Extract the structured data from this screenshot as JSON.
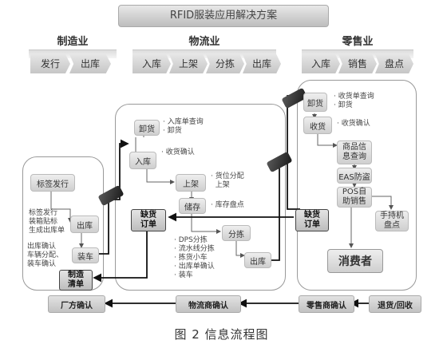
{
  "title": "RFID服装应用解决方案",
  "sections": {
    "manufacturing": {
      "label": "制造业",
      "steps": [
        "发行",
        "出库"
      ]
    },
    "logistics": {
      "label": "物流业",
      "steps": [
        "入库",
        "上架",
        "分拣",
        "出库"
      ]
    },
    "retail": {
      "label": "零售业",
      "steps": [
        "入库",
        "销售",
        "盘点"
      ]
    }
  },
  "manufacturing_flow": {
    "tag_issue": "标签发行",
    "tag_issue_notes": [
      "标签发行",
      "装箱贴标",
      "生成出库单"
    ],
    "outbound": "出库",
    "loading_notes": [
      "出库确认",
      "车辆分配、",
      "装车确认"
    ],
    "loading": "装车",
    "manufacturing_list": [
      "制造",
      "清单"
    ]
  },
  "logistics_flow": {
    "unload": "卸货",
    "unload_notes": [
      "入库单查询",
      "卸货"
    ],
    "inbound": "入库",
    "inbound_notes": [
      "收货确认"
    ],
    "shelving": "上架",
    "shelving_notes": [
      "货位分配",
      "上架"
    ],
    "storage": "储存",
    "storage_notes": [
      "库存盘点"
    ],
    "shortage_order": [
      "缺货",
      "订单"
    ],
    "sorting": "分拣",
    "sorting_notes": [
      "DPS分拣",
      "流水线分拣",
      "拣货小车",
      "出库单确认",
      "装车"
    ],
    "outbound": "出库"
  },
  "retail_flow": {
    "unload": "卸货",
    "unload_notes": [
      "收货单查询",
      "卸货"
    ],
    "receive": "收货",
    "receive_notes": [
      "收货确认"
    ],
    "product_info": [
      "商品信",
      "息查询"
    ],
    "eas": "EAS防盗",
    "pos": [
      "POS自",
      "助销售"
    ],
    "shortage_order": [
      "缺货",
      "订单"
    ],
    "handheld": [
      "手持机",
      "盘点"
    ],
    "consumer": "消费者"
  },
  "bottom_flow": [
    "厂方确认",
    "物流商确认",
    "零售商确认",
    "退货/回收"
  ],
  "caption": "图 2   信息流程图"
}
